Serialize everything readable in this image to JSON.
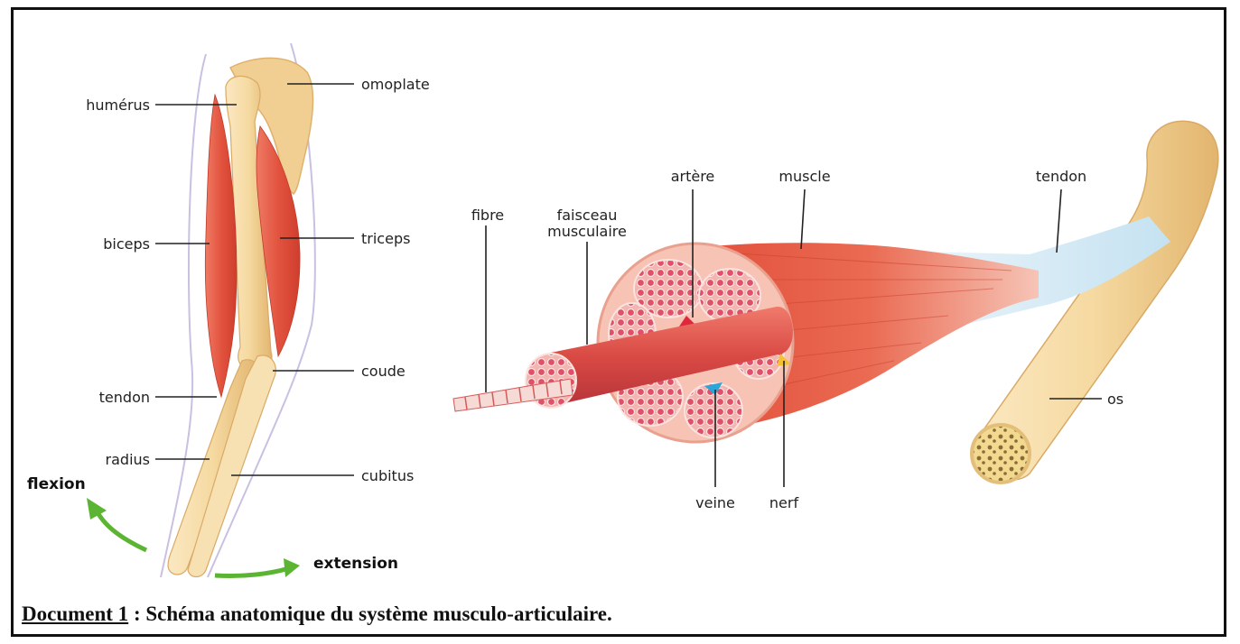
{
  "arm": {
    "labels": {
      "omoplate": "omoplate",
      "humerus": "humérus",
      "biceps": "biceps",
      "triceps": "triceps",
      "coude": "coude",
      "tendon": "tendon",
      "radius": "radius",
      "cubitus": "cubitus"
    },
    "flexion": "flexion",
    "extension": "extension"
  },
  "muscle": {
    "labels": {
      "fibre": "fibre",
      "faisceau_line1": "faisceau",
      "faisceau_line2": "musculaire",
      "artere": "artère",
      "muscle": "muscle",
      "tendon": "tendon",
      "veine": "veine",
      "nerf": "nerf",
      "os": "os"
    }
  },
  "caption": {
    "doc": "Document 1",
    "text": " : Schéma anatomique du système musculo-articulaire."
  },
  "colors": {
    "bone": "#f3d9a6",
    "bone_dark": "#e3b772",
    "muscle": "#e2533f",
    "muscle_light": "#f08c74",
    "tendon": "#cfe6f2",
    "arrow": "#5cb532",
    "outline": "#c9c0e2"
  }
}
